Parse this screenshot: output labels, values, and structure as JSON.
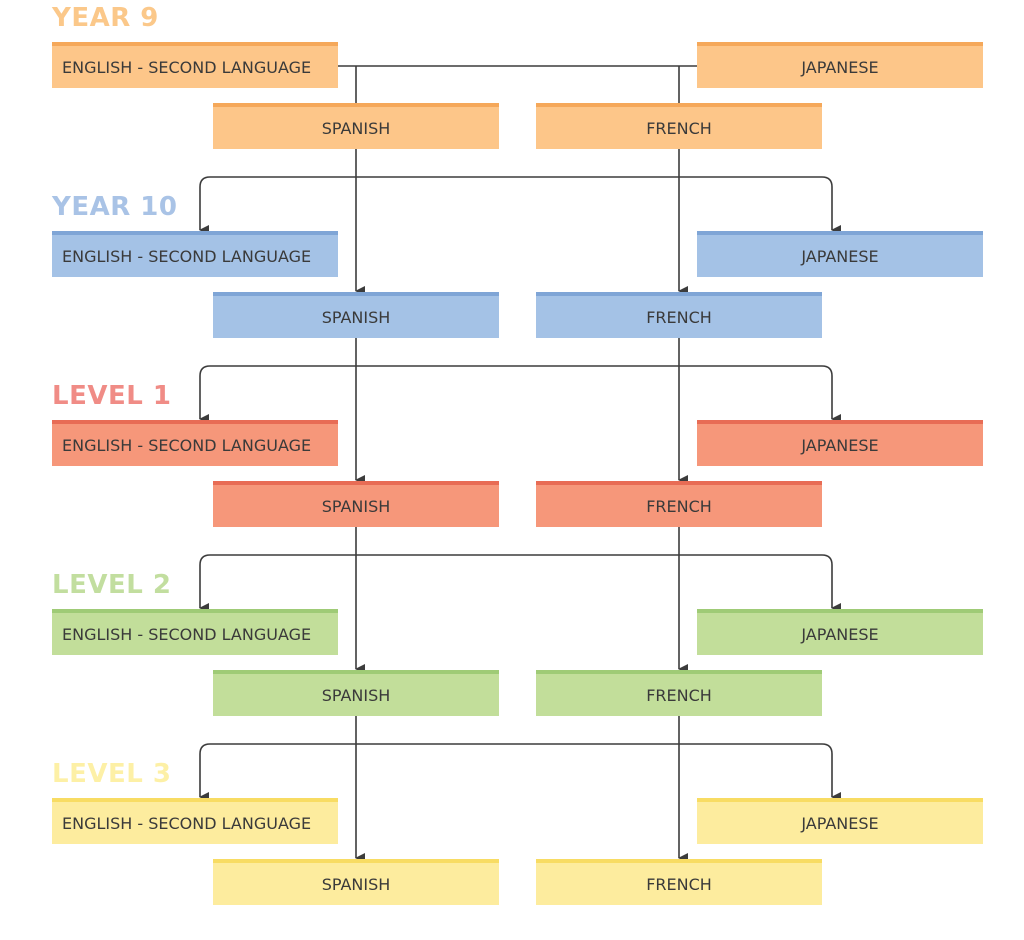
{
  "levels": [
    {
      "title": "YEAR 9",
      "colors": {
        "title": "#fbc88a",
        "fill": "#fdc689",
        "border": "#f5a85a"
      },
      "boxes": {
        "english": "ENGLISH - SECOND LANGUAGE",
        "japanese": "JAPANESE",
        "spanish": "SPANISH",
        "french": "FRENCH"
      }
    },
    {
      "title": "YEAR 10",
      "colors": {
        "title": "#a9c3e6",
        "fill": "#a4c2e6",
        "border": "#7fa5d6"
      },
      "boxes": {
        "english": "ENGLISH - SECOND LANGUAGE",
        "japanese": "JAPANESE",
        "spanish": "SPANISH",
        "french": "FRENCH"
      }
    },
    {
      "title": "LEVEL 1",
      "colors": {
        "title": "#f08c86",
        "fill": "#f6977a",
        "border": "#e86c55"
      },
      "boxes": {
        "english": "ENGLISH - SECOND LANGUAGE",
        "japanese": "JAPANESE",
        "spanish": "SPANISH",
        "french": "FRENCH"
      }
    },
    {
      "title": "LEVEL 2",
      "colors": {
        "title": "#c2de9f",
        "fill": "#c2de9a",
        "border": "#9fcb76"
      },
      "boxes": {
        "english": "ENGLISH - SECOND LANGUAGE",
        "japanese": "JAPANESE",
        "spanish": "SPANISH",
        "french": "FRENCH"
      }
    },
    {
      "title": "LEVEL 3",
      "colors": {
        "title": "#fdf0a6",
        "fill": "#fdec9e",
        "border": "#f8dc63"
      },
      "boxes": {
        "english": "ENGLISH - SECOND LANGUAGE",
        "japanese": "JAPANESE",
        "spanish": "SPANISH",
        "french": "FRENCH"
      }
    }
  ],
  "connector_color": "#3c3c3c"
}
